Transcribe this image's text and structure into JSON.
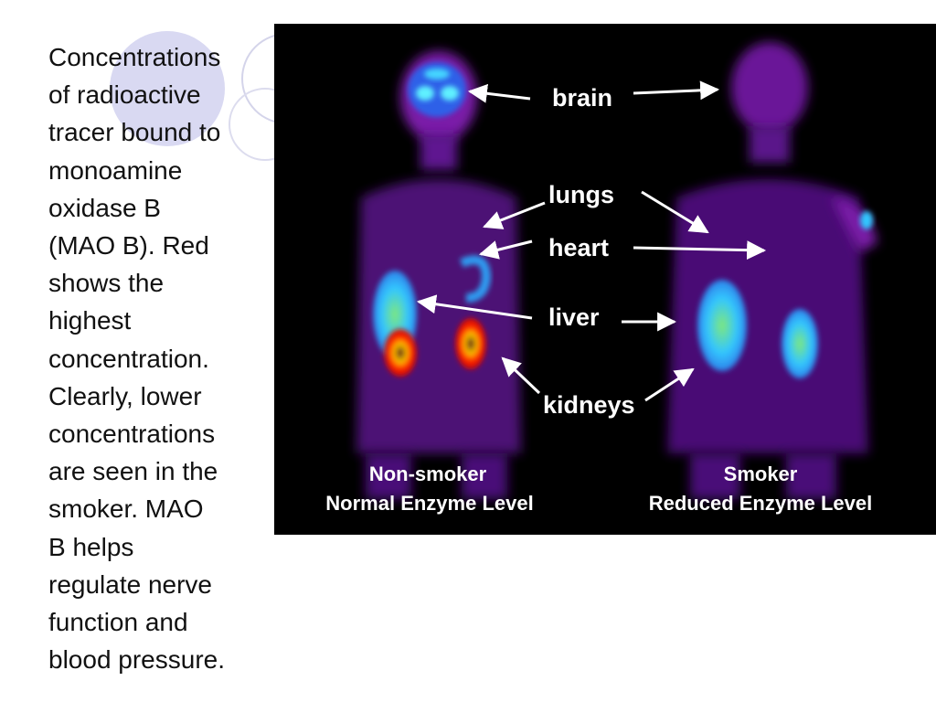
{
  "caption": "Concentrations\nof radioactive\ntracer bound to\nmonoamine\noxidase B\n(MAO B).  Red\nshows the\nhighest\nconcentration.\nClearly, lower\nconcentrations\nare seen in the\nsmoker.  MAO\nB helps\nregulate nerve\nfunction and\nblood pressure.",
  "figure": {
    "organs": {
      "brain": "brain",
      "lungs": "lungs",
      "heart": "heart",
      "liver": "liver",
      "kidneys": "kidneys"
    },
    "left_title": "Non-smoker",
    "left_subtitle": "Normal Enzyme Level",
    "right_title": "Smoker",
    "right_subtitle": "Reduced Enzyme Level"
  },
  "colors": {
    "background": "#000000",
    "body_glow": "#8a1fb8",
    "high": "#ff1a00",
    "medium": "#2fc8ff"
  }
}
